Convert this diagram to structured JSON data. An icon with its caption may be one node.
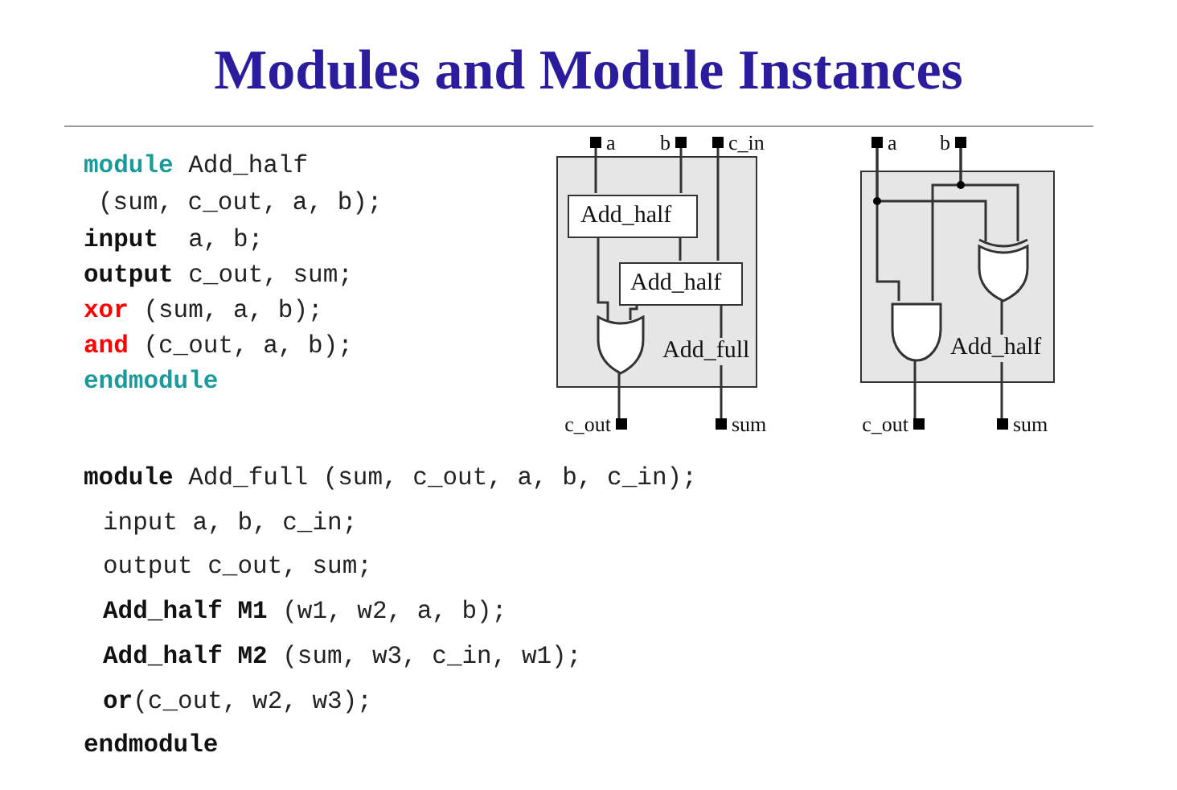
{
  "diagram": {
    "title": "Modules and Module Instances",
    "nodes": [
      {
        "text": [
          "Add_full"
        ]
      },
      {
        "text": [
          "Add_half"
        ],
        "in": 0
      },
      {
        "text": [
          "Add_half"
        ],
        "in": 0
      },
      {
        "text": [],
        "shape": "gate",
        "in": 0
      },
      {
        "text": [],
        "shape": "box",
        "beside": [
          "a"
        ]
      },
      {
        "text": [],
        "shape": "box",
        "beside": [
          "b"
        ]
      },
      {
        "text": [],
        "shape": "box",
        "beside": [
          "c_in"
        ]
      },
      {
        "text": [],
        "shape": "box",
        "beside": [
          "c_out"
        ]
      },
      {
        "text": [],
        "shape": "box",
        "beside": [
          "sum"
        ]
      },
      {
        "text": [
          "Add_half"
        ]
      },
      {
        "text": [],
        "shape": "gate",
        "in": 9
      },
      {
        "text": [],
        "shape": "gate",
        "in": 9
      },
      {
        "text": [],
        "shape": "box",
        "beside": [
          "a"
        ]
      },
      {
        "text": [],
        "shape": "box",
        "beside": [
          "b"
        ]
      },
      {
        "text": [],
        "shape": "box",
        "beside": [
          "c_out"
        ]
      },
      {
        "text": [],
        "shape": "box",
        "beside": [
          "sum"
        ]
      }
    ],
    "edges": [
      {
        "from": 4,
        "to": 1,
        "arrow": "none"
      },
      {
        "from": 5,
        "to": 1,
        "arrow": "none"
      },
      {
        "from": 6,
        "to": 2,
        "arrow": "none"
      },
      {
        "from": 1,
        "to": 2,
        "arrow": "none"
      },
      {
        "from": 1,
        "to": 3,
        "arrow": "none"
      },
      {
        "from": 2,
        "to": 3,
        "arrow": "none"
      },
      {
        "from": 2,
        "to": 8,
        "arrow": "none"
      },
      {
        "from": 3,
        "to": 7,
        "arrow": "none"
      },
      {
        "from": 12,
        "to": 10,
        "arrow": "none"
      },
      {
        "from": 12,
        "to": 11,
        "arrow": "none"
      },
      {
        "from": 13,
        "to": 10,
        "arrow": "none"
      },
      {
        "from": 13,
        "to": 11,
        "arrow": "none"
      },
      {
        "from": 10,
        "to": 14,
        "arrow": "none"
      },
      {
        "from": 11,
        "to": 15,
        "arrow": "none"
      }
    ],
    "labels": [
      "**module** Add_half",
      "(sum, c_out, a, b);",
      "**input**  a, b;",
      "**output** c_out, sum;",
      "**xor** (sum, a, b);",
      "**and** (c_out, a, b);",
      "endmodule",
      "**module** Add_full (sum, c_out, a, b, c_in);",
      "input a, b, c_in;",
      "output c_out, sum;",
      "**Add_half M1** (w1, w2, a, b);",
      "**Add_half M2** (sum, w3, c_in, w1);",
      "**or**(c_out, w2, w3);",
      "endmodule"
    ]
  }
}
